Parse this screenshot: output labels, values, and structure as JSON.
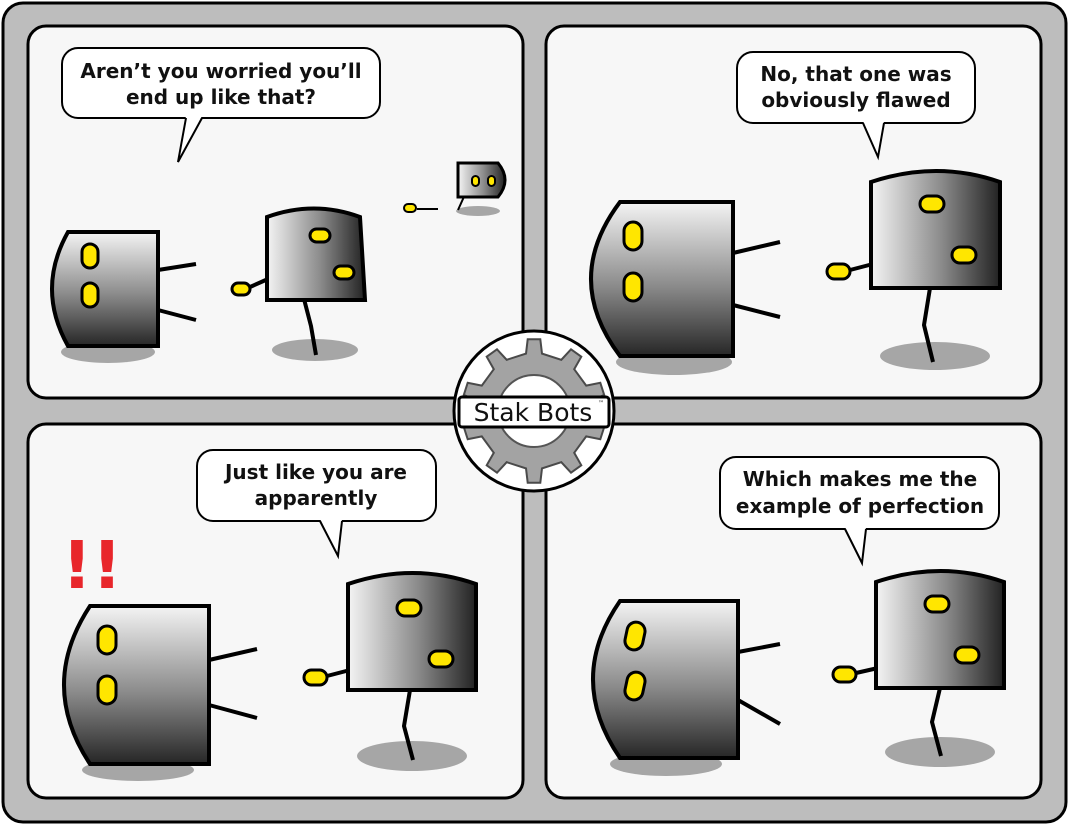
{
  "colors": {
    "frame": "#bdbdbd",
    "panel": "#f7f7f7",
    "outline": "#000000",
    "eye": "#ffe600",
    "shadow": "#a6a6a6",
    "exclaim": "#e8262b",
    "gear": "#a3a3a3"
  },
  "logo": {
    "name": "Stak Bots",
    "tm": "™"
  },
  "panels": [
    {
      "bubble": {
        "lines": [
          "Aren’t you worried you’ll",
          "end up like that?"
        ]
      }
    },
    {
      "bubble": {
        "lines": [
          "No, that one was",
          "obviously flawed"
        ]
      }
    },
    {
      "bubble": {
        "lines": [
          "Just like you are",
          "apparently"
        ]
      },
      "exclaim": "!!"
    },
    {
      "bubble": {
        "lines": [
          "Which makes me the",
          "example of perfection"
        ]
      }
    }
  ]
}
